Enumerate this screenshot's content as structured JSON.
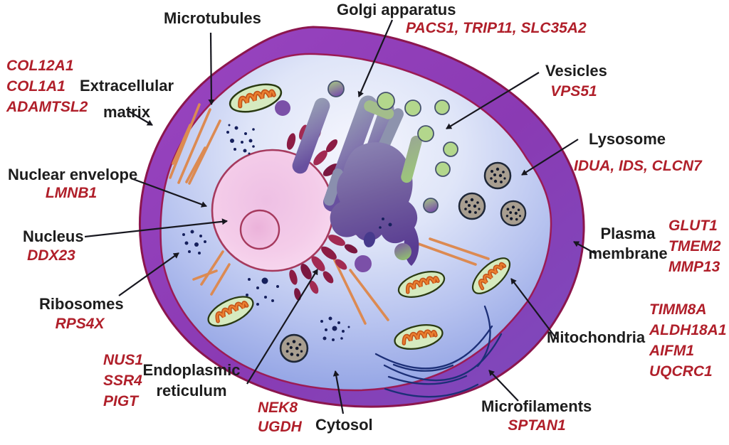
{
  "figure": {
    "kind": "animal-cell-organelle-gene-diagram",
    "background": "#ffffff"
  },
  "colors": {
    "label_text": "#1d1d1d",
    "gene_text": "#b01f2a",
    "membrane_fill": "#8a3cb4",
    "membrane_outline": "#8c164e",
    "cytoplasm": "#aebbe9",
    "nucleus": "#f6d2ec",
    "er": "#8e1d45",
    "golgi": "#7b6aa8",
    "vesicle_green": "#b3d78c",
    "lysosome": "#a89e90",
    "mitochondrion_fill": "#d6eabf",
    "mitochondrion_cristae": "#d3621f",
    "microtubule": "#dc8a52",
    "microfilament": "#1c2f77"
  },
  "labels": {
    "microtubules": {
      "text": "Microtubules"
    },
    "golgi": {
      "text": "Golgi apparatus",
      "genes": "PACS1, TRIP11, SLC35A2"
    },
    "extracellular": {
      "line1": "Extracellular",
      "line2": "matrix",
      "genes": [
        "COL12A1",
        "COL1A1",
        "ADAMTSL2"
      ]
    },
    "vesicles": {
      "text": "Vesicles",
      "genes": "VPS51"
    },
    "lysosome": {
      "text": "Lysosome",
      "genes": "IDUA, IDS, CLCN7"
    },
    "plasma_membrane": {
      "line1": "Plasma",
      "line2": "membrane",
      "genes": [
        "GLUT1",
        "TMEM2",
        "MMP13"
      ]
    },
    "mitochondria": {
      "text": "Mitochondria",
      "genes": [
        "TIMM8A",
        "ALDH18A1",
        "AIFM1",
        "UQCRC1"
      ]
    },
    "microfilaments": {
      "text": "Microfilaments",
      "genes": "SPTAN1"
    },
    "cytosol": {
      "text": "Cytosol",
      "genes": [
        "NEK8",
        "UGDH"
      ]
    },
    "endoplasmic_reticulum": {
      "line1": "Endoplasmic",
      "line2": "reticulum",
      "genes": [
        "NUS1",
        "SSR4",
        "PIGT"
      ]
    },
    "nuclear_envelope": {
      "text": "Nuclear envelope",
      "genes": "LMNB1"
    },
    "nucleus": {
      "text": "Nucleus",
      "genes": "DDX23"
    },
    "ribosomes": {
      "text": "Ribosomes",
      "genes": "RPS4X"
    }
  }
}
